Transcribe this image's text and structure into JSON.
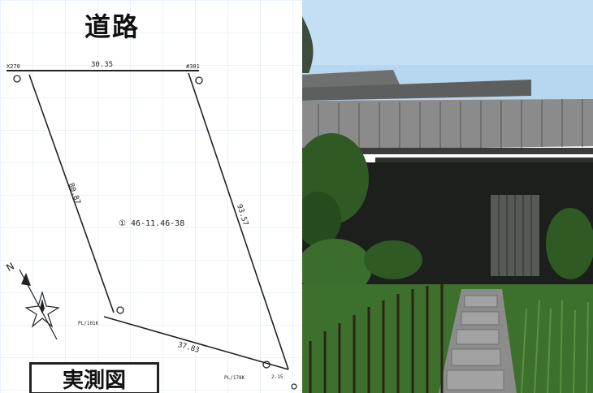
{
  "survey": {
    "title": "道路",
    "labels": {
      "left_corner": "X270",
      "right_corner": "#301",
      "top_length": "30.35",
      "left_length": "80.87",
      "right_length": "93.57",
      "bottom_length": "37.83",
      "lot_number": "① 46-11.46-38",
      "bl_marker": "PL/101K",
      "br_marker": "PL/178K",
      "br_small": "2.15",
      "compass_letter": "N"
    },
    "stamp": "実測図"
  },
  "colors": {
    "line": "#222222",
    "sky": "#b7d6ef",
    "roof": "#7f8080",
    "house": "#1d1f1c",
    "foliage": "#2f5a24",
    "path": "#8c8c8c"
  }
}
